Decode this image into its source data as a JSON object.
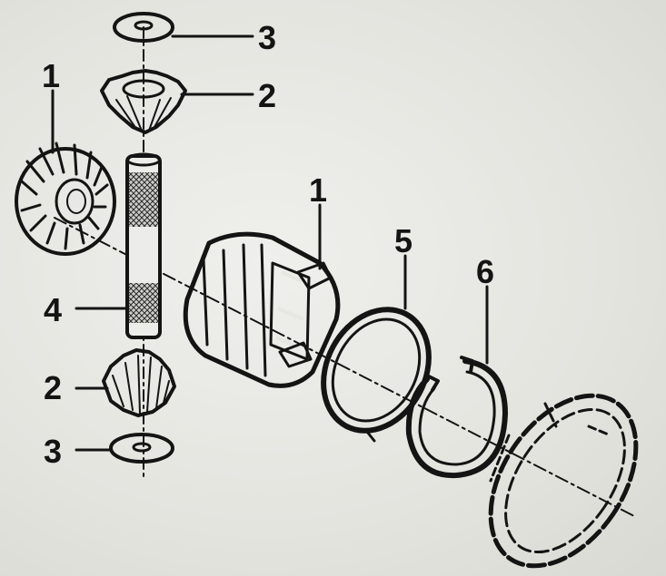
{
  "diagram": {
    "callouts": [
      {
        "id": "washer-top",
        "label": "3"
      },
      {
        "id": "pinion-top",
        "label": "2"
      },
      {
        "id": "side-gear-left",
        "label": "1"
      },
      {
        "id": "side-gear-right",
        "label": "1"
      },
      {
        "id": "ring-5",
        "label": "5"
      },
      {
        "id": "ring-6",
        "label": "6"
      },
      {
        "id": "pin-shaft",
        "label": "4"
      },
      {
        "id": "pinion-bottom",
        "label": "2"
      },
      {
        "id": "washer-bottom",
        "label": "3"
      }
    ],
    "colors": {
      "ink": "#141414",
      "paper": "#e6e6e2",
      "shade": "#8a8a86"
    }
  }
}
